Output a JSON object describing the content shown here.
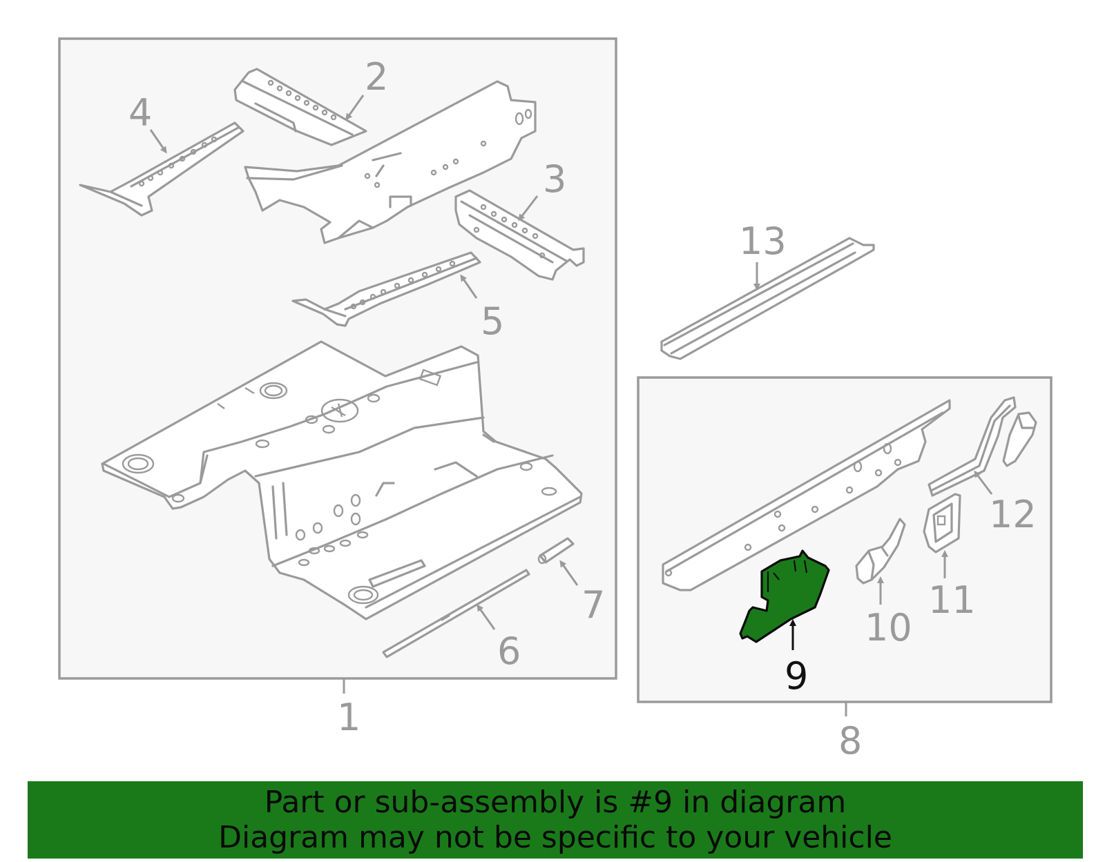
{
  "diagram": {
    "callouts": {
      "c1": "1",
      "c2": "2",
      "c3": "3",
      "c4": "4",
      "c5": "5",
      "c6": "6",
      "c7": "7",
      "c8": "8",
      "c9": "9",
      "c10": "10",
      "c11": "11",
      "c12": "12",
      "c13": "13"
    },
    "highlight_color": "#1a7a1a",
    "highlighted_part": "9"
  },
  "banner": {
    "line1": "Part or sub-assembly is #9 in diagram",
    "line2": "Diagram may not be specific to your vehicle",
    "background": "#1a7a1a"
  }
}
